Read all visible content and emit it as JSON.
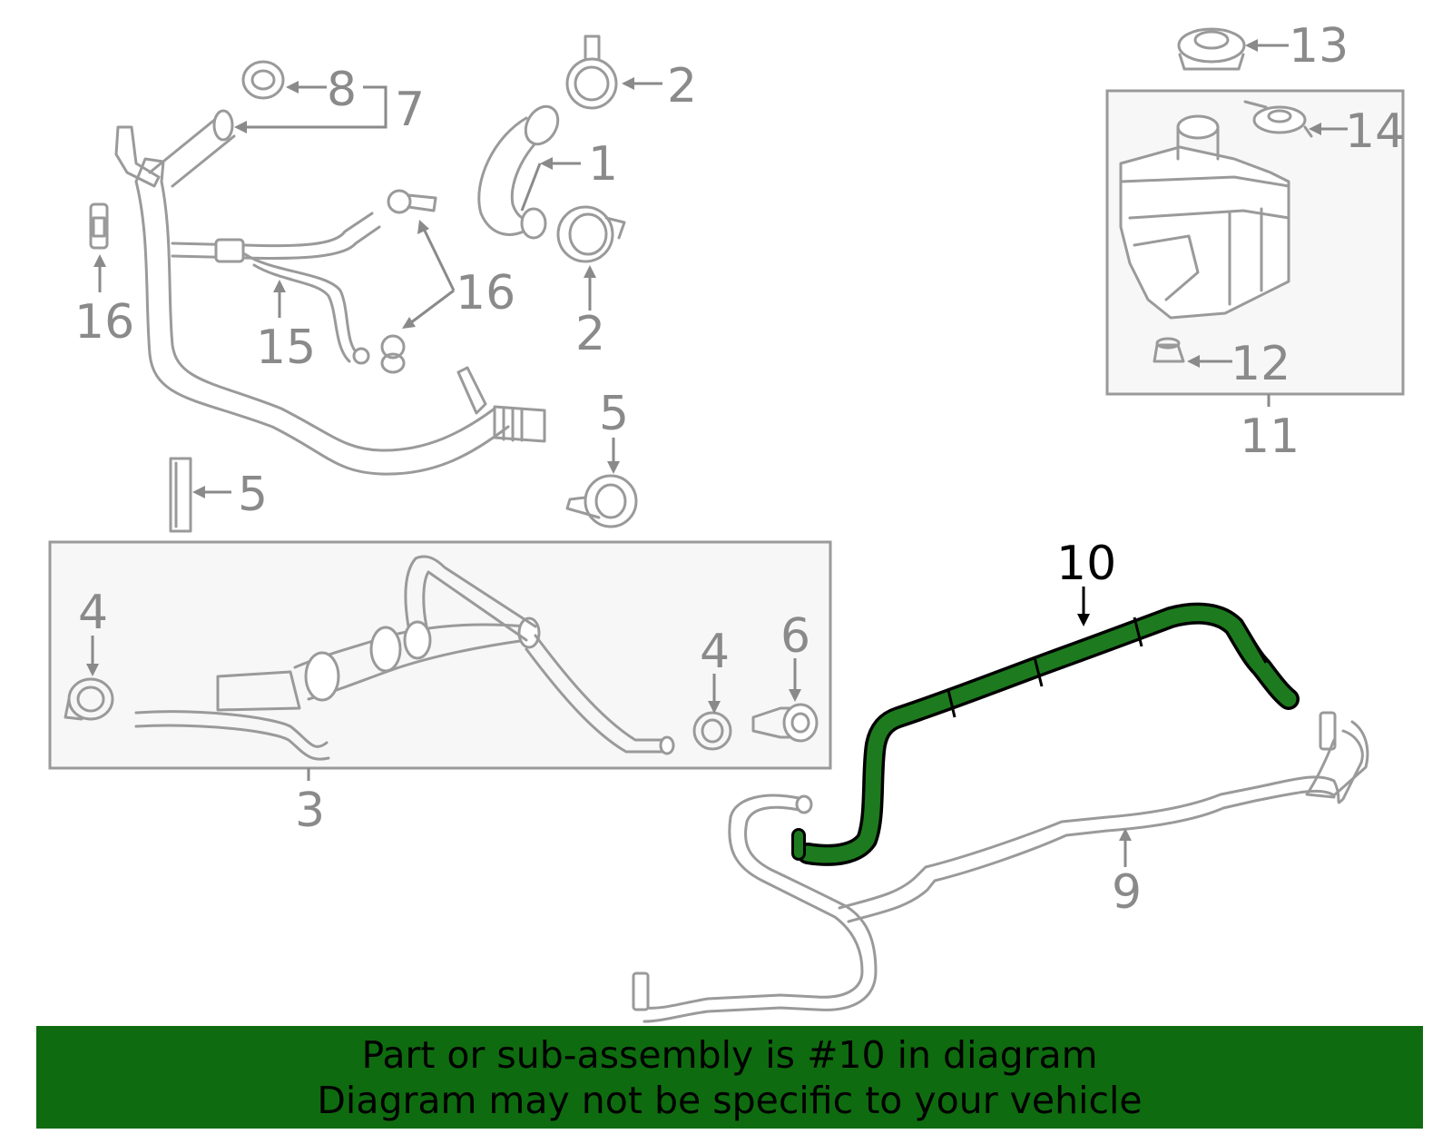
{
  "diagram": {
    "highlight_color": "#0f6b0f",
    "part_stroke_color": "#9a9a9a",
    "callouts": [
      {
        "id": "c1",
        "text": "1"
      },
      {
        "id": "c2a",
        "text": "2"
      },
      {
        "id": "c2b",
        "text": "2"
      },
      {
        "id": "c3",
        "text": "3"
      },
      {
        "id": "c4a",
        "text": "4"
      },
      {
        "id": "c4b",
        "text": "4"
      },
      {
        "id": "c5a",
        "text": "5"
      },
      {
        "id": "c5b",
        "text": "5"
      },
      {
        "id": "c6",
        "text": "6"
      },
      {
        "id": "c7",
        "text": "7"
      },
      {
        "id": "c8",
        "text": "8"
      },
      {
        "id": "c9",
        "text": "9"
      },
      {
        "id": "c10",
        "text": "10"
      },
      {
        "id": "c11",
        "text": "11"
      },
      {
        "id": "c12",
        "text": "12"
      },
      {
        "id": "c13",
        "text": "13"
      },
      {
        "id": "c14",
        "text": "14"
      },
      {
        "id": "c15",
        "text": "15"
      },
      {
        "id": "c16a",
        "text": "16"
      },
      {
        "id": "c16b",
        "text": "16"
      }
    ]
  },
  "banner": {
    "line1": "Part or sub-assembly is #10 in diagram",
    "line2": "Diagram may not be specific to your vehicle"
  }
}
